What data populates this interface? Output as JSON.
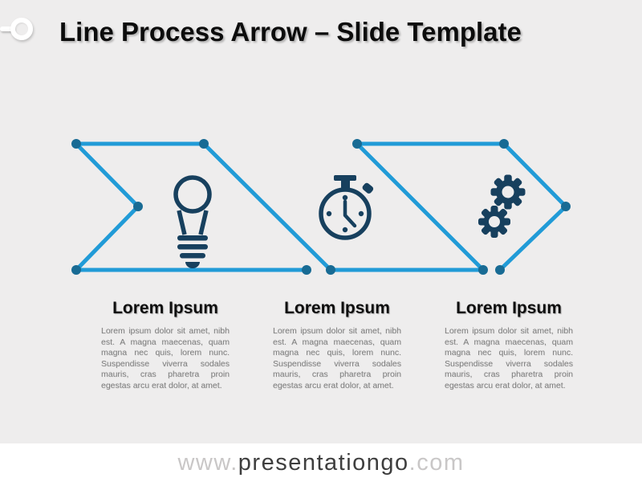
{
  "slide": {
    "title": "Line Process Arrow – Slide Template"
  },
  "steps": [
    {
      "icon": "lightbulb-icon",
      "title": "Lorem Ipsum",
      "body": "Lorem ipsum dolor sit amet, nibh est. A magna maecenas, quam magna nec quis, lorem nunc. Suspendisse viverra sodales mauris, cras pharetra proin egestas arcu erat dolor, at amet."
    },
    {
      "icon": "stopwatch-icon",
      "title": "Lorem Ipsum",
      "body": "Lorem ipsum dolor sit amet, nibh est. A magna maecenas, quam magna nec quis, lorem nunc. Suspendisse viverra sodales mauris, cras pharetra proin egestas arcu erat dolor, at amet."
    },
    {
      "icon": "gears-icon",
      "title": "Lorem Ipsum",
      "body": "Lorem ipsum dolor sit amet, nibh est. A magna maecenas, quam magna nec quis, lorem nunc. Suspendisse viverra sodales mauris, cras pharetra proin egestas arcu erat dolor, at amet."
    }
  ],
  "footer": {
    "prefix": "www.",
    "brand": "presentationgo",
    "suffix": ".com"
  },
  "colors": {
    "line_blue": "#219BD7",
    "dot_blue": "#186B94",
    "icon_navy": "#17405E",
    "slide_bg": "#EEEDED",
    "footer_bg": "#FFFFFF",
    "body_text": "#808080",
    "heading_text": "#0E0E0E",
    "title_text": "#0C0C0C",
    "footer_muted": "#C9C7C7",
    "footer_brand": "#3E3E3E"
  }
}
